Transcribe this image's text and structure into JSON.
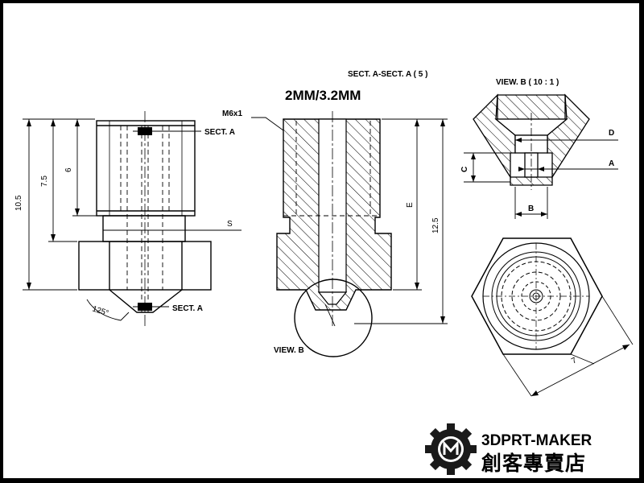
{
  "diagram": {
    "title": "2MM/3.2MM",
    "section_title": "SECT. A-SECT. A ( 5 )",
    "view_b_title": "VIEW. B ( 10 : 1 )",
    "thread_label": "M6x1",
    "sect_a_top": "SECT. A",
    "sect_a_bottom": "SECT. A",
    "view_b_label": "VIEW. B",
    "angle": "125°",
    "dims": {
      "d_10_5": "10.5",
      "d_7_5": "7.5",
      "d_6": "6",
      "d_s": "S",
      "d_e": "E",
      "d_12_5": "12.5",
      "d_d": "D",
      "d_a": "A",
      "d_c": "C",
      "d_b": "B",
      "d_7": "7"
    }
  },
  "brand": {
    "name": "3DPRT-MAKER",
    "name_cjk": "創客專賣店"
  }
}
